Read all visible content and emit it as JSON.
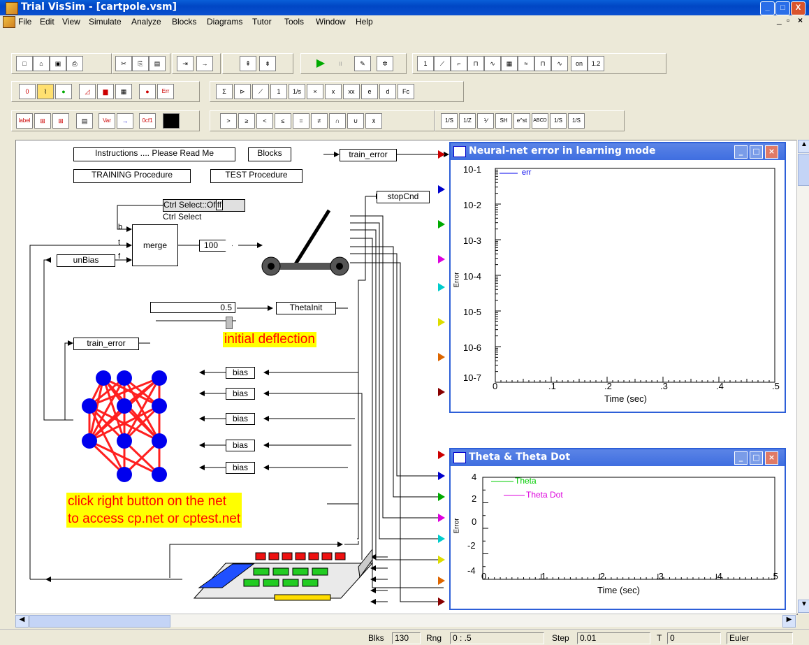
{
  "window": {
    "title": "Trial VisSim - [cartpole.vsm]"
  },
  "menu": [
    "File",
    "Edit",
    "View",
    "Simulate",
    "Analyze",
    "Blocks",
    "Diagrams",
    "Tutor",
    "Tools",
    "Window",
    "Help"
  ],
  "toolbar": {
    "row1": [
      "new",
      "open",
      "save",
      "print",
      "cut",
      "copy",
      "paste",
      "step-in",
      "step-out",
      "go-up",
      "go-down",
      "run",
      "pause",
      "breakpoint",
      "erase",
      "1",
      "ramp",
      "step",
      "pulse",
      "sine",
      "table",
      "noise",
      "square",
      "wave",
      "on",
      "1.2"
    ],
    "row2": [
      "0",
      "plot",
      "dot",
      "meter",
      "bar",
      "display",
      "light",
      "err",
      "sum",
      "gain",
      "limit",
      "1",
      "1/s",
      "mul",
      "x",
      "xx",
      "e",
      "d",
      "fc"
    ],
    "row3": [
      "label",
      "in",
      "out",
      "table",
      "var",
      "arrow",
      "0cf1",
      "color",
      "gt",
      "ge",
      "lt",
      "le",
      "eq",
      "ne",
      "and",
      "or",
      "not",
      "1/S",
      "1/Z",
      "frac",
      "S/H",
      "e^st",
      "ABCD",
      "1/S",
      "1/S"
    ]
  },
  "diagram": {
    "buttons": {
      "instructions": "Instructions .... Please Read Me",
      "blocks": "Blocks",
      "training": "TRAINING Procedure",
      "test": "TEST Procedure"
    },
    "blocks": {
      "train_error_top": "train_error",
      "stopCnd": "stopCnd",
      "ctrl_select_toggle": "Ctrl Select::Of",
      "ctrl_select_toggle_state": "ff",
      "ctrl_select_label": "Ctrl Select",
      "merge": "merge",
      "merge_ports": [
        "b",
        "t",
        "f"
      ],
      "const_100": "100",
      "unBias": "unBias",
      "slider_value": "0.5",
      "thetaInit": "ThetaInit",
      "train_error_mid": "train_error",
      "bias": [
        "bias",
        "bias",
        "bias",
        "bias",
        "bias"
      ]
    },
    "notes": {
      "initial_deflection": "initial deflection",
      "net_help_line1": "click right button on the net",
      "net_help_line2": "to access cp.net or cptest.net"
    }
  },
  "plot1": {
    "title": "Neural-net error in learning mode",
    "ylabel": "Error",
    "xlabel": "Time (sec)",
    "legend": "err",
    "yticks": [
      "10-1",
      "10-2",
      "10-3",
      "10-4",
      "10-5",
      "10-6",
      "10-7"
    ],
    "xticks": [
      "0",
      ".1",
      ".2",
      ".3",
      ".4",
      ".5"
    ]
  },
  "plot2": {
    "title": "Theta & Theta Dot",
    "ylabel": "Error",
    "xlabel": "Time (sec)",
    "legend": [
      "Theta",
      "Theta Dot"
    ],
    "yticks": [
      "4",
      "2",
      "0",
      "-2",
      "-4"
    ],
    "xticks": [
      "0",
      ".1",
      ".2",
      ".3",
      ".4",
      ".5"
    ]
  },
  "status": {
    "blks_label": "Blks",
    "blks": "130",
    "rng_label": "Rng",
    "rng": "0 : .5",
    "step_label": "Step",
    "step": "0.01",
    "t_label": "T",
    "t": "0",
    "method": "Euler"
  },
  "colors": {
    "titlebar": "#0a50d0",
    "net": "#ff0000",
    "node": "#0000ee",
    "note_bg": "#ffff00",
    "note_fg": "#ff0000",
    "theta": "#00cc00",
    "thetadot": "#dd00dd"
  }
}
